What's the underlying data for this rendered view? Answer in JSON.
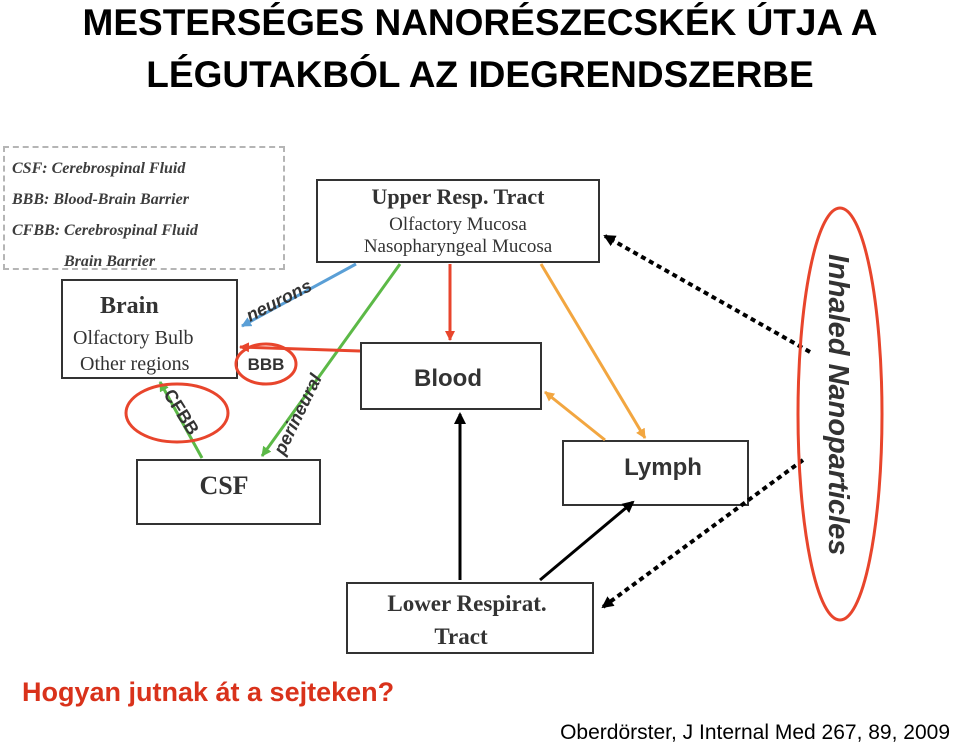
{
  "title": {
    "line1": "MESTERSÉGES NANORÉSZECSKÉK ÚTJA A",
    "line2": "LÉGUTAKBÓL AZ IDEGRENDSZERBE"
  },
  "legend": {
    "items": [
      "CSF: Cerebrospinal Fluid",
      "BBB: Blood-Brain Barrier",
      "CFBB: Cerebrospinal Fluid",
      "Brain Barrier"
    ]
  },
  "nodes": {
    "upper": {
      "title": "Upper Resp. Tract",
      "line1": "Olfactory Mucosa",
      "line2": "Nasopharyngeal Mucosa"
    },
    "brain": {
      "title": "Brain",
      "line1": "Olfactory Bulb",
      "line2": "Other regions"
    },
    "blood": {
      "title": "Blood"
    },
    "lymph": {
      "title": "Lymph"
    },
    "csf": {
      "title": "CSF"
    },
    "lower": {
      "line1": "Lower Respirat.",
      "line2": "Tract"
    }
  },
  "path_labels": {
    "neurons": "neurons",
    "perineural": "perineural",
    "bbb": "BBB",
    "cfbb": "CFBB"
  },
  "side_label": "Inhaled Nanoparticles",
  "question": "Hogyan jutnak át a sejteken?",
  "citation": "Oberdörster, J Internal Med 267, 89, 2009",
  "colors": {
    "red": "#e8452c",
    "blue": "#5a9fd6",
    "green": "#5cb947",
    "orange": "#f2a640",
    "black": "#000000",
    "question": "#d9321b"
  }
}
